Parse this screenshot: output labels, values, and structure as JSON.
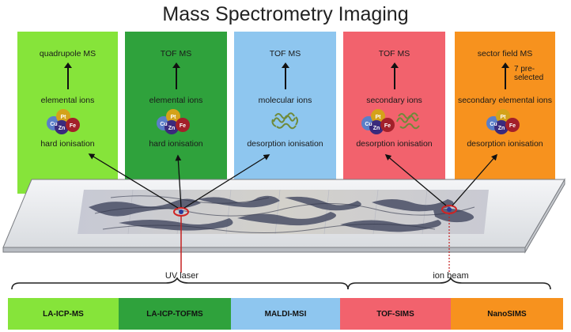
{
  "title": "Mass Spectrometry Imaging",
  "panels": [
    {
      "color": "#86e43a",
      "analyzer": "quadrupole MS",
      "ions": "elemental ions",
      "ionisation": "hard ionisation",
      "note": ""
    },
    {
      "color": "#2fa23c",
      "analyzer": "TOF MS",
      "ions": "elemental ions",
      "ionisation": "hard ionisation",
      "note": ""
    },
    {
      "color": "#8ec6ef",
      "analyzer": "TOF MS",
      "ions": "molecular ions",
      "ionisation": "desorption ionisation",
      "note": ""
    },
    {
      "color": "#f2626d",
      "analyzer": "TOF MS",
      "ions": "secondary ions",
      "ionisation": "desorption ionisation",
      "note": ""
    },
    {
      "color": "#f7921e",
      "analyzer": "sector field MS",
      "ions": "secondary elemental ions",
      "ionisation": "desorption ionisation",
      "note": "7 pre-\nselected"
    }
  ],
  "elements": {
    "cu": "Cu",
    "pt": "Pt",
    "zn": "Zn",
    "fe": "Fe"
  },
  "colors": {
    "cu": "#5b7fc8",
    "pt": "#d4a21a",
    "zn": "#3a2a7c",
    "fe": "#a3202a",
    "polymer": "#6f8a3a"
  },
  "sources": {
    "uv_laser": "UV laser",
    "ion_beam": "ion beam"
  },
  "techniques": [
    {
      "label": "LA-ICP-MS",
      "color": "#86e43a"
    },
    {
      "label": "LA-ICP-TOFMS",
      "color": "#2fa23c"
    },
    {
      "label": "MALDI-MSI",
      "color": "#8ec6ef"
    },
    {
      "label": "TOF-SIMS",
      "color": "#f2626d"
    },
    {
      "label": "NanoSIMS",
      "color": "#f7921e"
    }
  ]
}
